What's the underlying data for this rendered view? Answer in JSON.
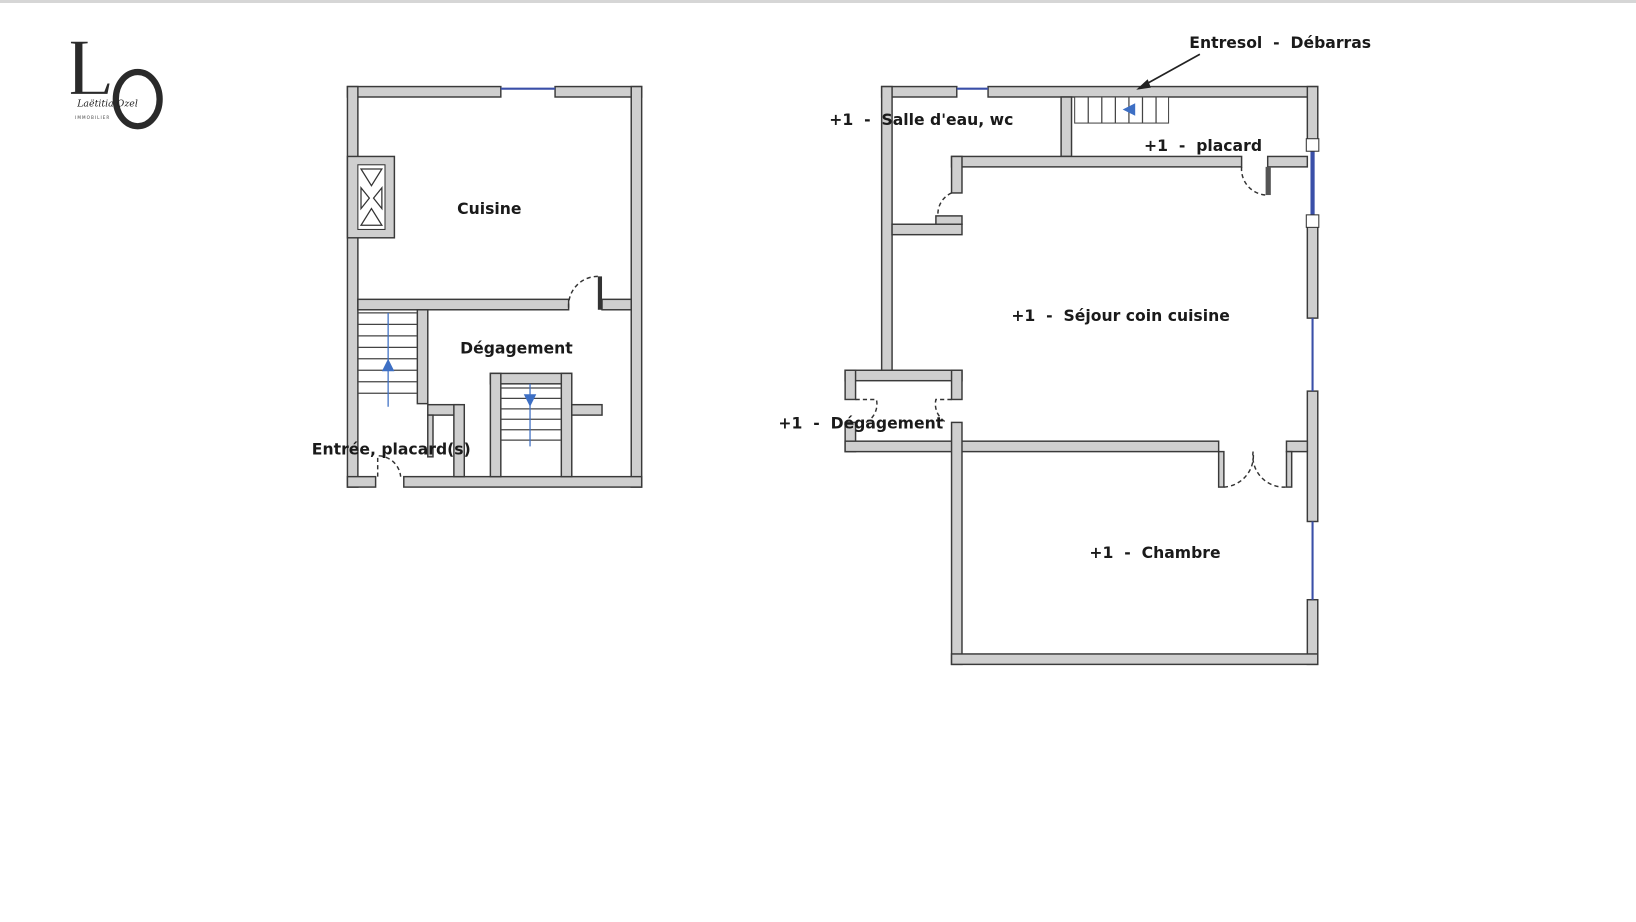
{
  "logo": {
    "initials": "LO",
    "name": "Laëtitia Ozel",
    "tagline": "IMMOBILIER"
  },
  "ground_floor": {
    "rooms": [
      {
        "label": "Cuisine"
      },
      {
        "label": "Dégagement"
      },
      {
        "label": "Entrée, placard(s)"
      }
    ]
  },
  "first_floor": {
    "rooms": [
      {
        "label": "+1  -  Salle d'eau, wc"
      },
      {
        "label": "+1  -  placard"
      },
      {
        "label": "+1  -  Séjour coin cuisine"
      },
      {
        "label": "+1  -  Dégagement"
      },
      {
        "label": "+1  -  Chambre"
      }
    ],
    "callout": "Entresol  -  Débarras"
  },
  "colors": {
    "wall": "#cfcfcf",
    "outline": "#3a3a3a",
    "window": "#3a4fa8",
    "stair_arrow": "#3d6fc4"
  }
}
